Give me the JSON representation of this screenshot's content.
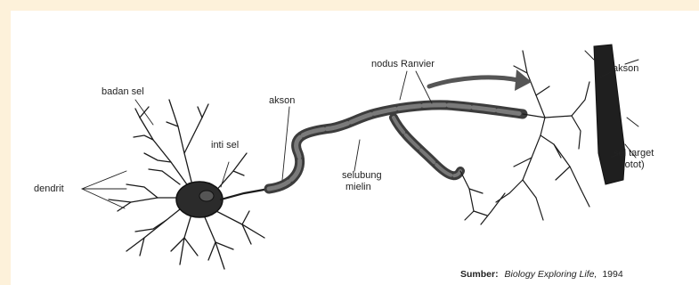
{
  "diagram": {
    "labels": {
      "badan_sel": "badan sel",
      "inti_sel": "inti sel",
      "dendrit": "dendrit",
      "akson_left": "akson",
      "nodus_ranvier": "nodus Ranvier",
      "akson_right": "akson",
      "selubung_mielin_line1": "selubung",
      "selubung_mielin_line2": "mielin",
      "sel_target_line1": "sel target",
      "sel_target_line2": "(otot)"
    },
    "source": {
      "prefix": "Sumber:",
      "title": "Biology Exploring Life,",
      "year": "1994"
    }
  }
}
